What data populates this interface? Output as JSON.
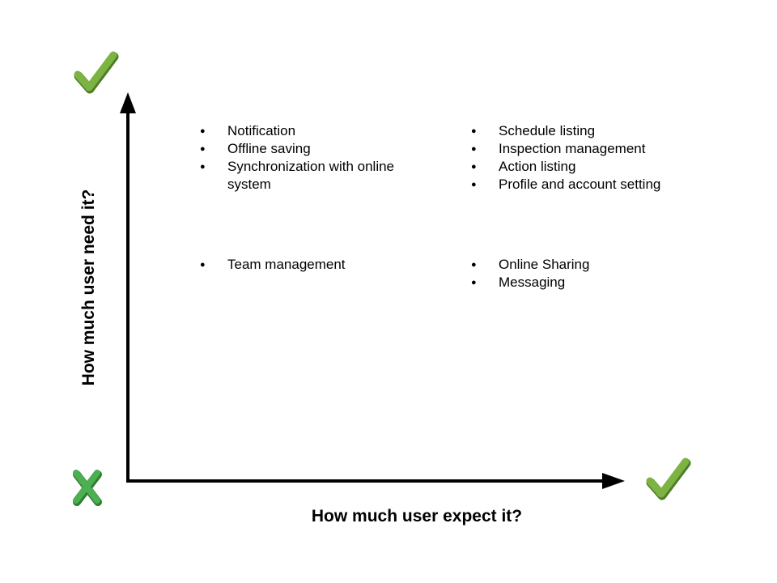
{
  "diagram": {
    "y_axis_label": "How much user need it?",
    "x_axis_label": "How much user expect it?",
    "quadrants": {
      "top_left": [
        "Notification",
        "Offline saving",
        "Synchronization with online system"
      ],
      "top_right": [
        "Schedule listing",
        "Inspection management",
        "Action listing",
        "Profile and account setting"
      ],
      "bottom_left": [
        "Team management"
      ],
      "bottom_right": [
        "Online Sharing",
        "Messaging"
      ]
    },
    "markers": {
      "y_axis_top": "check-icon",
      "origin": "cross-icon",
      "x_axis_end": "check-icon"
    },
    "colors": {
      "check": "#7cb342",
      "check_shadow": "#4e7d28",
      "cross": "#4caf50",
      "axis": "#000000"
    }
  }
}
